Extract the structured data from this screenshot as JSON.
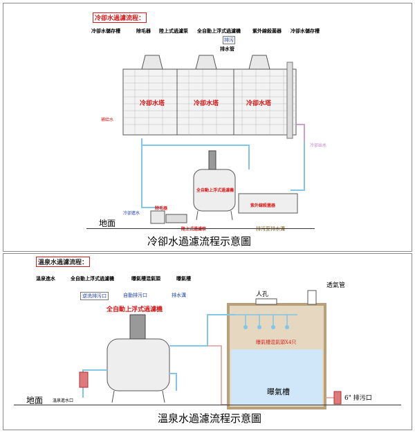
{
  "colors": {
    "accent_red": "#d61a1a",
    "pipe_blue": "#7fc6e8",
    "water_blue": "#cfe7f8",
    "tank_frame": "#b7a07a"
  },
  "top": {
    "header": "冷卻水過濾流程：",
    "flow": [
      "冷卻水儲存槽",
      "除毛器",
      "陸上式過濾泵",
      "全自動上浮式過濾機",
      "紫外線殺菌器",
      "冷卻水儲存槽"
    ],
    "drain_box": "排污",
    "drain_label": "排水管",
    "tower_label": "冷卻水塔",
    "makeup": "補給水",
    "cooling_water_out": "冷卻出水",
    "cooling_water_in": "冷卻進水",
    "filter_label": "全自動上浮式過濾機",
    "uv_label": "紫外線殺菌器",
    "lint_label": "除毛器",
    "pump_label": "陸上式過濾泵",
    "sewer_label": "排污至排水溝",
    "ground": "地面",
    "title": "冷卻水過濾流程示意圖"
  },
  "bottom": {
    "header": "溫泉水過濾流程：",
    "flow": [
      "溫泉進水",
      "全自動上浮式過濾機",
      "曝氣槽混氣頭",
      "曝氣槽"
    ],
    "backwash": "逆洗排污口",
    "to_tank": "自動排污口",
    "to_drain": "排水溝",
    "filter_label": "全自動上浮式過濾機",
    "manhole": "人孔",
    "vent": "透氣管",
    "aerator_label": "曝氣槽混氣頭X4只",
    "tank_label": "曝氣槽",
    "drain_out": "6\" 排污口",
    "inlet": "溫泉進水口",
    "ground": "地面",
    "title": "溫泉水過濾流程示意圖"
  }
}
